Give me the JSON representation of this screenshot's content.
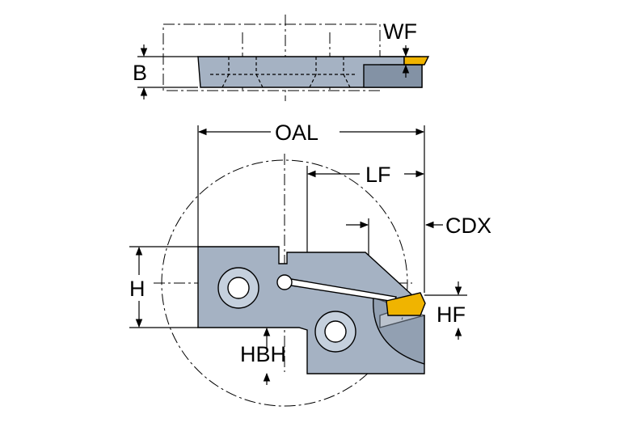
{
  "colors": {
    "holder": "#a5b2c3",
    "holder_dark": "#8392a5",
    "insert": "#f0b400",
    "line": "#000000",
    "background": "#ffffff"
  },
  "labels": {
    "wf": "WF",
    "b": "B",
    "oal": "OAL",
    "lf": "LF",
    "cdx": "CDX",
    "h": "H",
    "hf": "HF",
    "hbh": "HBH"
  }
}
